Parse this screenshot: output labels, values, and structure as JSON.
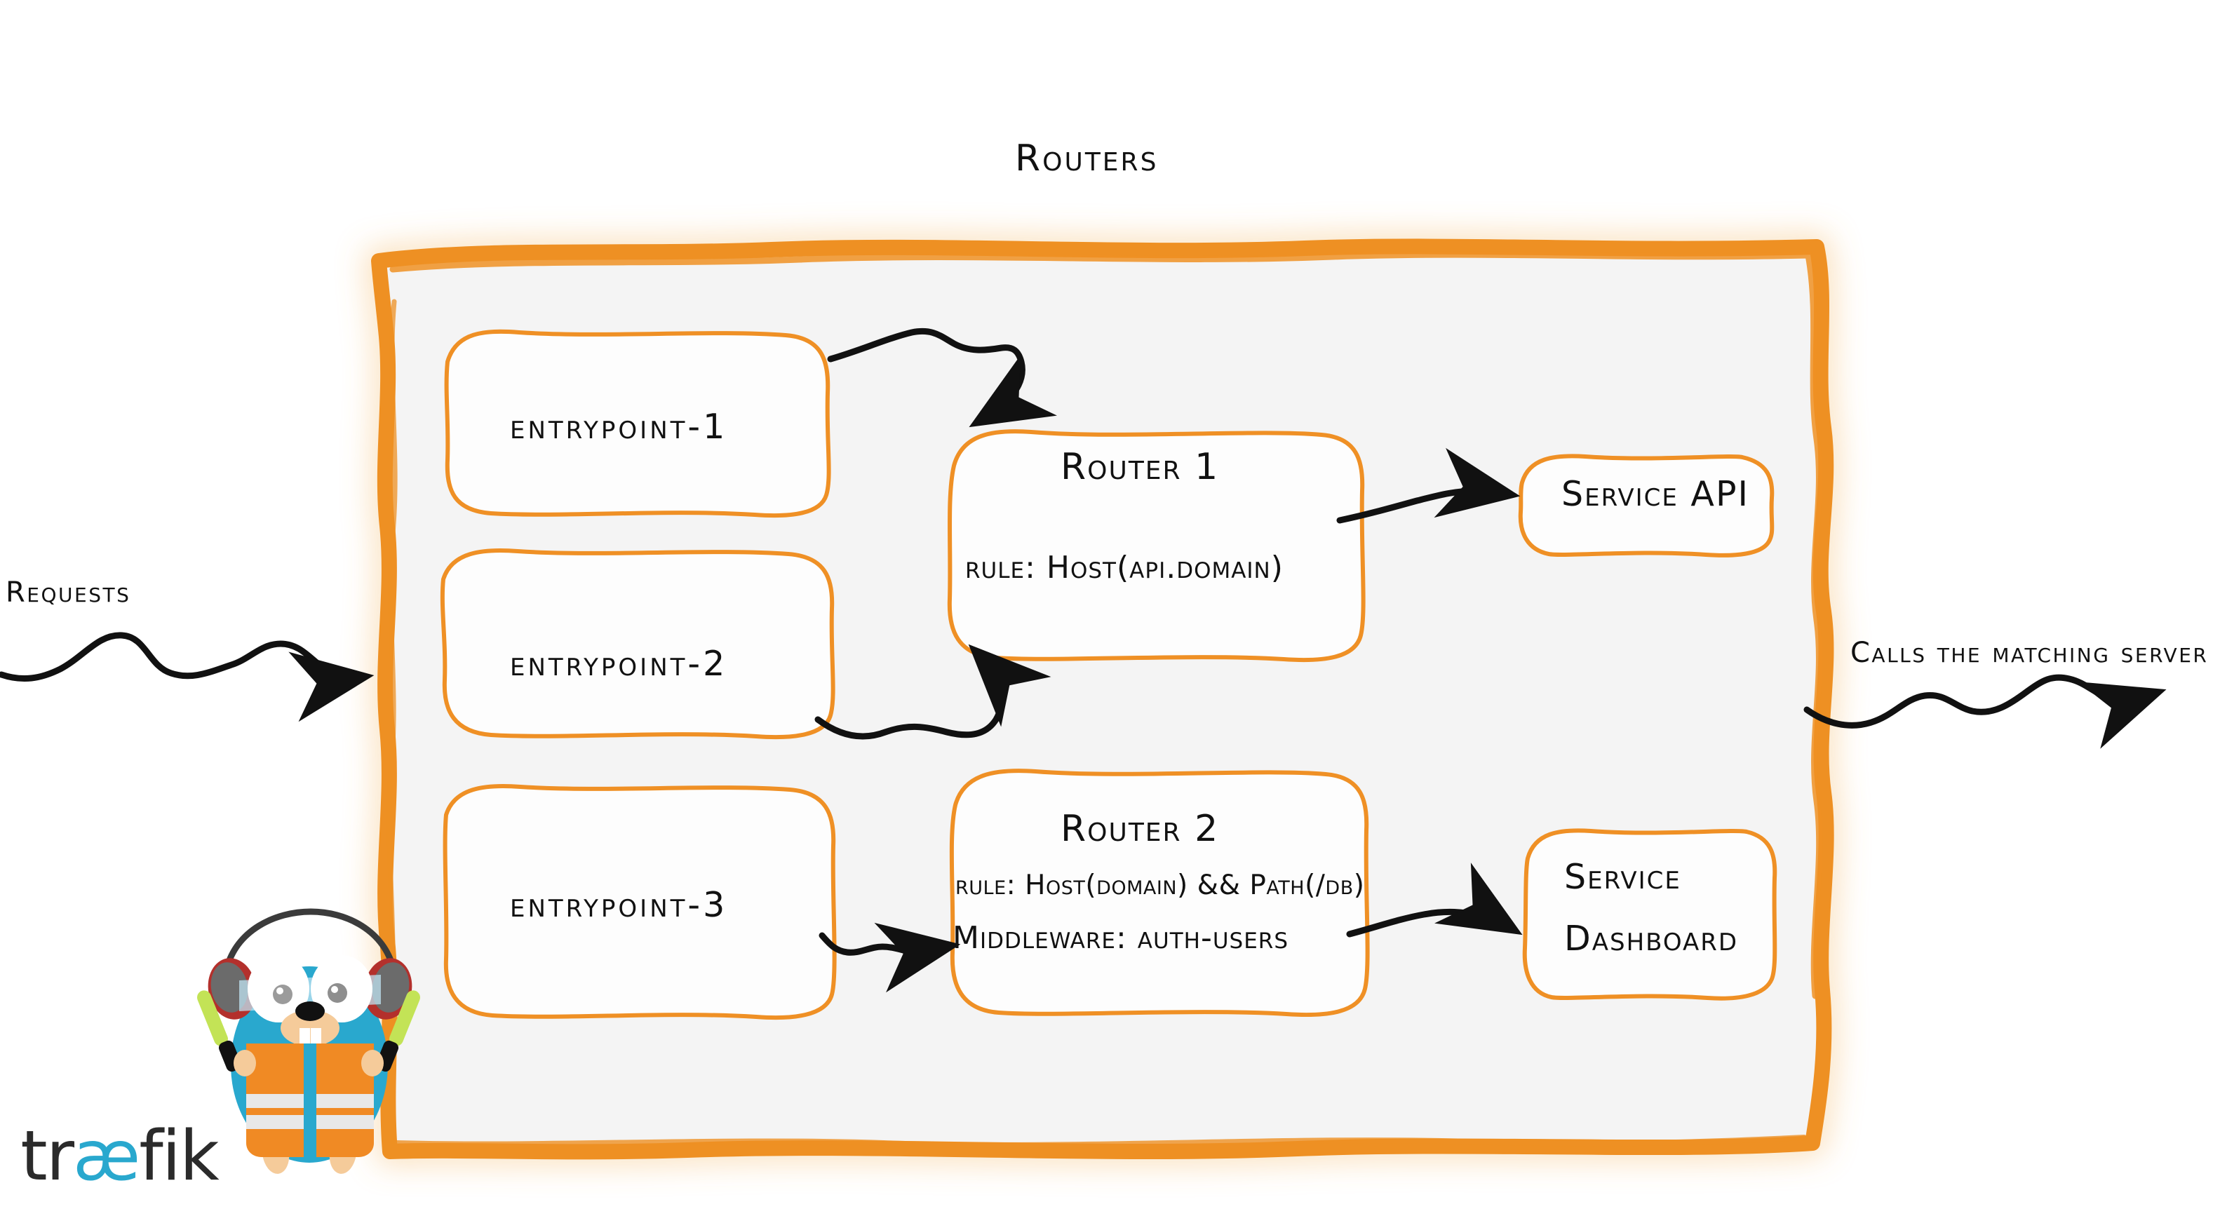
{
  "diagram": {
    "title": "Routers",
    "brand": {
      "name": "træfik",
      "name_part1": "tr",
      "name_part2": "æ",
      "name_part3": "fik",
      "mascot": "traefik-gopher-mascot"
    },
    "colors": {
      "accent_orange": "#ee9023",
      "container_fill": "#f4f4f4",
      "box_fill": "#fdfdfd",
      "box_stroke": "#ef9025",
      "ink": "#111111",
      "gopher_blue": "#29a8ce",
      "vest_orange": "#f08a24",
      "wand_green": "#c3e356",
      "logo_dark": "#2b2b2b"
    }
  },
  "labels": {
    "incoming": "Requests",
    "outgoing": "Calls the matching server"
  },
  "entrypoints": [
    {
      "id": "entrypoint-1",
      "label": "entrypoint-1"
    },
    {
      "id": "entrypoint-2",
      "label": "entrypoint-2"
    },
    {
      "id": "entrypoint-3",
      "label": "entrypoint-3"
    }
  ],
  "routers": [
    {
      "id": "router-1",
      "title": "Router 1",
      "rule": "rule: Host(api.domain)",
      "middleware": null
    },
    {
      "id": "router-2",
      "title": "Router 2",
      "rule": "rule: Host(domain) && Path(/db)",
      "middleware": "Middleware: auth-users"
    }
  ],
  "services": [
    {
      "id": "service-api",
      "line1": "Service API",
      "line2": null
    },
    {
      "id": "service-dashboard",
      "line1": "Service",
      "line2": "Dashboard"
    }
  ],
  "connections": [
    {
      "from": "entrypoint-1",
      "to": "router-1"
    },
    {
      "from": "entrypoint-2",
      "to": "router-1"
    },
    {
      "from": "entrypoint-3",
      "to": "router-2"
    },
    {
      "from": "router-1",
      "to": "service-api"
    },
    {
      "from": "router-2",
      "to": "service-dashboard"
    },
    {
      "from": "requests",
      "to": "routers-container"
    },
    {
      "from": "routers-container",
      "to": "matching-server"
    }
  ]
}
